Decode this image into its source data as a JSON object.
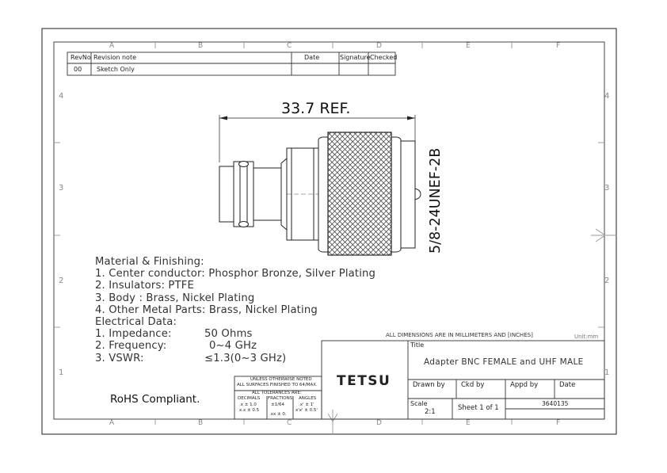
{
  "frame": {
    "zones_top": [
      "A",
      "B",
      "C",
      "D",
      "E",
      "F"
    ],
    "zones_bottom": [
      "A",
      "B",
      "C",
      "D",
      "E",
      "F"
    ],
    "rows_left": [
      "4",
      "3",
      "2",
      "1"
    ],
    "rows_right": [
      "4",
      "3",
      "2",
      "1"
    ]
  },
  "revision_table": {
    "headers": {
      "rev": "RevNo",
      "note": "Revision note",
      "date": "Date",
      "signature": "Signature",
      "checked": "Checked"
    },
    "rows": [
      {
        "rev": "00",
        "note": "Sketch Only",
        "date": "",
        "signature": "",
        "checked": ""
      }
    ]
  },
  "drawing": {
    "length_dim": "33.7 REF.",
    "thread_spec": "5/8-24UNEF-2B"
  },
  "notes": {
    "material_heading": "Material & Finishing:",
    "material_items": [
      "1. Center conductor: Phosphor Bronze, Silver Plating",
      "2. Insulators: PTFE",
      "3. Body : Brass, Nickel Plating",
      "4. Other Metal Parts: Brass, Nickel Plating"
    ],
    "electrical_heading": "Electrical Data:",
    "electrical_items": [
      {
        "label": "1. Impedance:",
        "value": "50 Ohms"
      },
      {
        "label": "2. Frequency:",
        "value": "0~4 GHz"
      },
      {
        "label": "3. VSWR:",
        "value": "≤1.3(0~3 GHz)"
      }
    ],
    "rohs": "RoHS Compliant."
  },
  "title_block": {
    "dimensions_note": "ALL DIMENSIONS ARE IN MILLIMETERS AND [INCHES]",
    "unit": "Unit:mm",
    "title_label": "Title",
    "title": "Adapter BNC FEMALE and UHF MALE",
    "company": "TETSU",
    "drawn_by_label": "Drawn by",
    "ckd_by_label": "Ckd by",
    "appd_by_label": "Appd by",
    "date_label": "Date",
    "scale_label": "Scale",
    "scale_value": "2:1",
    "sheet": "Sheet 1 of 1",
    "drawing_number": "3640135",
    "tolerances": {
      "line1": "UNLESS OTHERWISE NOTED",
      "line2": "ALL SURFACES FINISHED TO 64/MAX.",
      "heading": "ALL TOLERANCES ARE:",
      "col_decimals": "DECIMALS",
      "col_fractions": "FRACTIONS",
      "col_angles": "ANGLES",
      "dec_1": ".x ± 1.0",
      "dec_2": "x.x ± 0.5",
      "frac_1": "±1/64",
      "frac_2": ".xx ± 0.",
      "ang_1": ".x' ± 1'",
      "ang_2": "x'x' ± 0.5'"
    }
  }
}
